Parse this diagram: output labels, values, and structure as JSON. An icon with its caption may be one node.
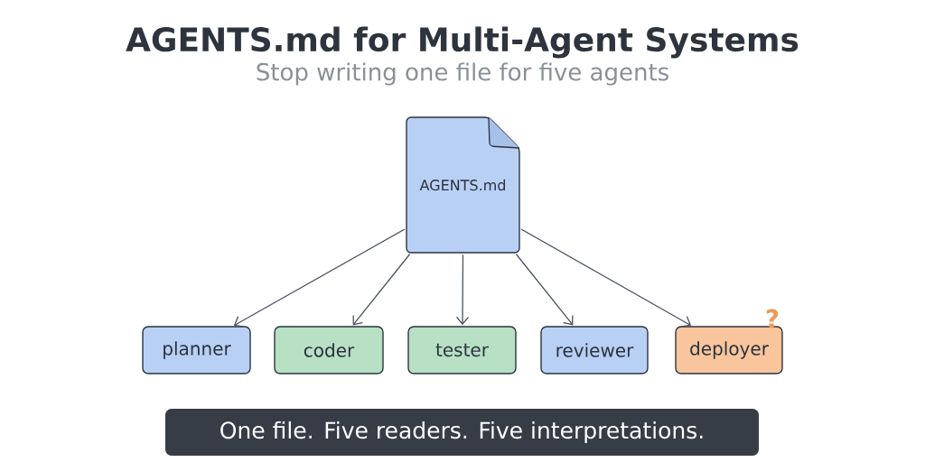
{
  "diagram": {
    "title": "AGENTS.md for Multi-Agent Systems",
    "nodes": [
      {
        "text": [
          "AGENTS.md"
        ]
      },
      {
        "text": [
          "planner"
        ]
      },
      {
        "text": [
          "coder"
        ]
      },
      {
        "text": [
          "tester"
        ]
      },
      {
        "text": [
          "reviewer"
        ]
      },
      {
        "text": [
          "deployer"
        ],
        "beside": [
          "?"
        ]
      },
      {
        "text": [
          "One file. Five readers. Five interpretations."
        ]
      }
    ],
    "edges": [
      {
        "from": 0,
        "to": 1,
        "arrow": "to"
      },
      {
        "from": 0,
        "to": 2,
        "arrow": "to"
      },
      {
        "from": 0,
        "to": 3,
        "arrow": "to"
      },
      {
        "from": 0,
        "to": 4,
        "arrow": "to"
      },
      {
        "from": 0,
        "to": 5,
        "arrow": "to"
      }
    ],
    "labels": [
      "Stop writing one file for five agents"
    ]
  }
}
